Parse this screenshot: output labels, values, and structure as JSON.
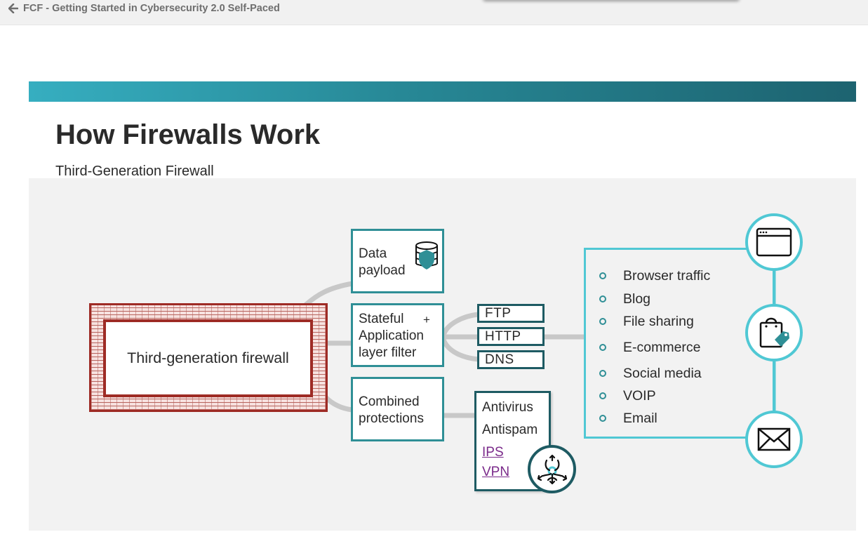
{
  "nav": {
    "back_label": "FCF - Getting Started in Cybersecurity 2.0 Self-Paced"
  },
  "page": {
    "title": "How Firewalls Work",
    "subtitle": "Third-Generation Firewall"
  },
  "diagram": {
    "firewall_label": "Third-generation firewall",
    "boxes": {
      "data_payload": [
        "Data",
        "payload"
      ],
      "stateful": [
        "Stateful",
        "Application",
        "layer filter"
      ],
      "stateful_plus": "+",
      "combined": [
        "Combined",
        "protections"
      ]
    },
    "protocols": [
      "FTP",
      "HTTP",
      "DNS"
    ],
    "protections": {
      "text_items": [
        "Antivirus",
        "Antispam"
      ],
      "link_items": [
        "IPS",
        "VPN"
      ]
    },
    "traffic_types": [
      "Browser traffic",
      "Blog",
      "File sharing",
      "E-commerce",
      "Social media",
      "VOIP",
      "Email"
    ],
    "icons": {
      "back": "arrow-left-icon",
      "data_payload": "database-shield-icon",
      "threats": "biohazard-icon",
      "browser": "browser-window-icon",
      "commerce": "shopping-bag-tag-icon",
      "email": "envelope-icon"
    }
  },
  "colors": {
    "banner_start": "#36aec0",
    "banner_end": "#1d6370",
    "firewall_red": "#9e2b25",
    "teal": "#2f8f96",
    "dark_teal": "#1e5b63",
    "light_cyan": "#50c8d4",
    "link_purple": "#7a2a8a",
    "connector_gray": "#c8c8c8"
  }
}
